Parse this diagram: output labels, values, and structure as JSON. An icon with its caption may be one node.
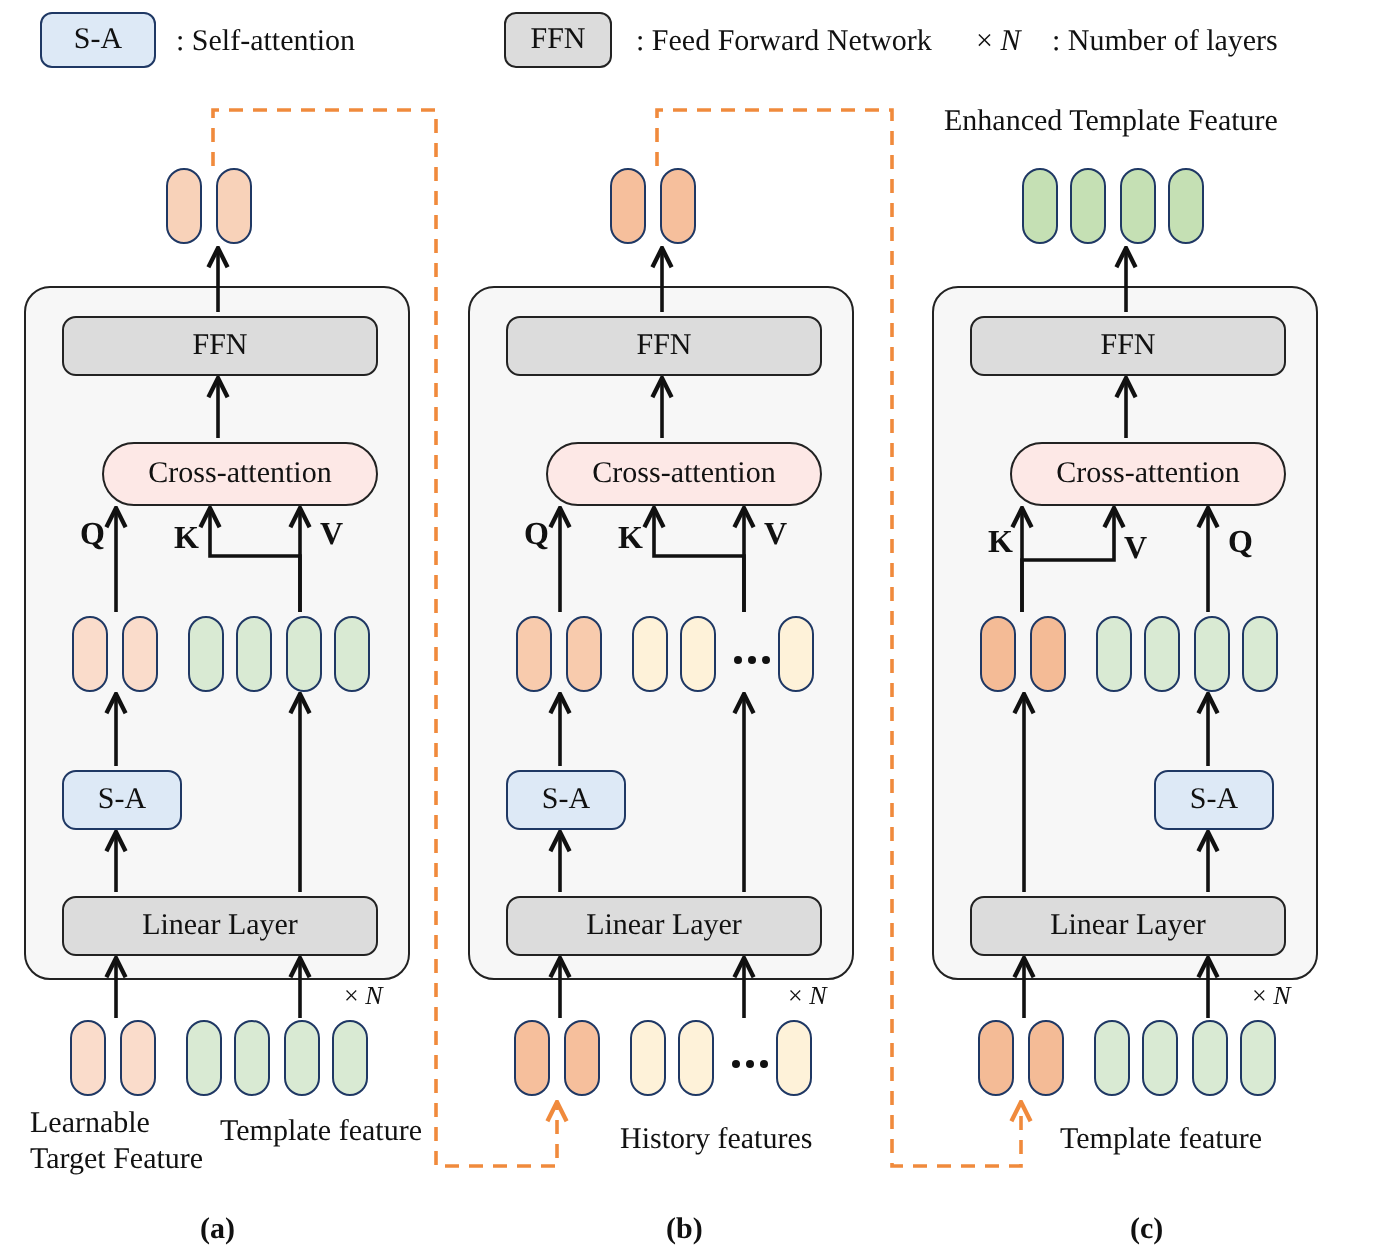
{
  "diagram": {
    "nodes": [
      {
        "text": [],
        "shape": "box",
        "beside": [
          "× *N*"
        ]
      },
      {
        "text": [
          "FFN"
        ],
        "in": 0
      },
      {
        "text": [
          "Cross-attention"
        ],
        "in": 0
      },
      {
        "text": [],
        "shape": "bar",
        "in": 0
      },
      {
        "text": [],
        "shape": "bar",
        "in": 0
      },
      {
        "text": [
          "S-A"
        ],
        "in": 0
      },
      {
        "text": [
          "Linear Layer"
        ],
        "in": 0
      },
      {
        "text": [],
        "shape": "bar"
      },
      {
        "text": [],
        "shape": "bar",
        "beside": [
          "Learnable Target Feature"
        ]
      },
      {
        "text": [],
        "shape": "bar",
        "beside": [
          "Template feature"
        ]
      },
      {
        "text": [],
        "shape": "box",
        "beside": [
          "× *N*"
        ]
      },
      {
        "text": [
          "FFN"
        ],
        "in": 10
      },
      {
        "text": [
          "Cross-attention"
        ],
        "in": 10
      },
      {
        "text": [],
        "shape": "bar",
        "in": 10
      },
      {
        "text": [],
        "shape": "bar",
        "in": 10
      },
      {
        "text": [
          "S-A"
        ],
        "in": 10
      },
      {
        "text": [
          "Linear Layer"
        ],
        "in": 10
      },
      {
        "text": [],
        "shape": "bar"
      },
      {
        "text": [],
        "shape": "bar"
      },
      {
        "text": [],
        "shape": "bar",
        "beside": [
          "History features"
        ]
      },
      {
        "text": [],
        "shape": "box",
        "beside": [
          "× *N*"
        ]
      },
      {
        "text": [
          "FFN"
        ],
        "in": 20
      },
      {
        "text": [
          "Cross-attention"
        ],
        "in": 20
      },
      {
        "text": [],
        "shape": "bar",
        "in": 20
      },
      {
        "text": [],
        "shape": "bar",
        "in": 20
      },
      {
        "text": [
          "S-A"
        ],
        "in": 20
      },
      {
        "text": [
          "Linear Layer"
        ],
        "in": 20
      },
      {
        "text": [],
        "shape": "bar",
        "beside": [
          "Enhanced Template Feature"
        ]
      },
      {
        "text": [],
        "shape": "bar"
      },
      {
        "text": [],
        "shape": "bar",
        "beside": [
          "Template feature"
        ]
      }
    ],
    "edges": [
      {
        "from": 8,
        "to": 6,
        "arrow": "to"
      },
      {
        "from": 9,
        "to": 6,
        "arrow": "to"
      },
      {
        "from": 6,
        "to": 5,
        "arrow": "to"
      },
      {
        "from": 5,
        "to": 3,
        "arrow": "to"
      },
      {
        "from": 6,
        "to": 4,
        "arrow": "to"
      },
      {
        "from": 3,
        "to": 2,
        "arrow": "to",
        "label": "Q"
      },
      {
        "from": 4,
        "to": 2,
        "arrow": "to",
        "label": "K"
      },
      {
        "from": 4,
        "to": 2,
        "arrow": "to",
        "label": "V"
      },
      {
        "from": 2,
        "to": 1,
        "arrow": "to"
      },
      {
        "from": 1,
        "to": 7,
        "arrow": "to"
      },
      {
        "from": 7,
        "to": 18,
        "arrow": "to",
        "style": "dashed",
        "color": "#f08a3c"
      },
      {
        "from": 18,
        "to": 16,
        "arrow": "to"
      },
      {
        "from": 19,
        "to": 16,
        "arrow": "to"
      },
      {
        "from": 16,
        "to": 15,
        "arrow": "to"
      },
      {
        "from": 15,
        "to": 13,
        "arrow": "to"
      },
      {
        "from": 16,
        "to": 14,
        "arrow": "to"
      },
      {
        "from": 13,
        "to": 12,
        "arrow": "to",
        "label": "Q"
      },
      {
        "from": 14,
        "to": 12,
        "arrow": "to",
        "label": "K"
      },
      {
        "from": 14,
        "to": 12,
        "arrow": "to",
        "label": "V"
      },
      {
        "from": 12,
        "to": 11,
        "arrow": "to"
      },
      {
        "from": 11,
        "to": 17,
        "arrow": "to"
      },
      {
        "from": 17,
        "to": 28,
        "arrow": "to",
        "style": "dashed",
        "color": "#f08a3c"
      },
      {
        "from": 28,
        "to": 26,
        "arrow": "to"
      },
      {
        "from": 29,
        "to": 26,
        "arrow": "to"
      },
      {
        "from": 26,
        "to": 23,
        "arrow": "to"
      },
      {
        "from": 26,
        "to": 25,
        "arrow": "to"
      },
      {
        "from": 25,
        "to": 24,
        "arrow": "to"
      },
      {
        "from": 23,
        "to": 22,
        "arrow": "to",
        "label": "K"
      },
      {
        "from": 23,
        "to": 22,
        "arrow": "to",
        "label": "V"
      },
      {
        "from": 24,
        "to": 22,
        "arrow": "to",
        "label": "Q"
      },
      {
        "from": 22,
        "to": 21,
        "arrow": "to"
      },
      {
        "from": 21,
        "to": 27,
        "arrow": "to"
      }
    ],
    "labels": [
      "S-A",
      "FFN",
      "× *N*",
      "(a)",
      "(b)",
      "(c)"
    ],
    "legend": [
      {
        "text": ": Self-attention"
      },
      {
        "text": ": Feed Forward Network"
      },
      {
        "text": ": Number of layers"
      }
    ]
  }
}
